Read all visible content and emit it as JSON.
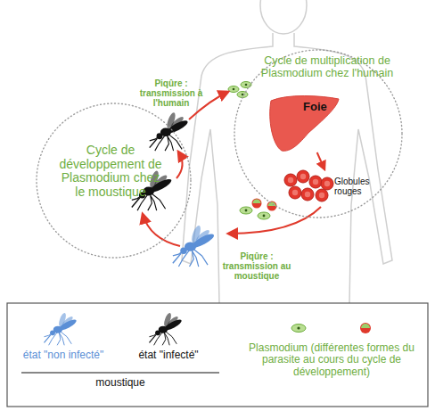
{
  "diagram": {
    "nodes": [
      {
        "text": [
          "Cycle de multiplication de Plasmodium chez l'humain"
        ]
      },
      {
        "text": [
          "Foie"
        ],
        "in": 0
      },
      {
        "text": [
          "Globules rouges"
        ],
        "in": 0
      },
      {
        "text": [
          "Cycle de développement de Plasmodium chez le moustique"
        ]
      }
    ],
    "edges": [
      {
        "from": 1,
        "to": 2,
        "arrow": "to"
      }
    ],
    "labels": [
      "Piqûre : transmission à l'humain",
      "Piqûre : transmission au moustique",
      "moustique"
    ],
    "legend": [
      {
        "text": "état \"non infecté\""
      },
      {
        "text": "état \"infecté\""
      },
      {
        "text": "Plasmodium (différentes formes du parasite au cours du cycle de développement)"
      }
    ]
  }
}
